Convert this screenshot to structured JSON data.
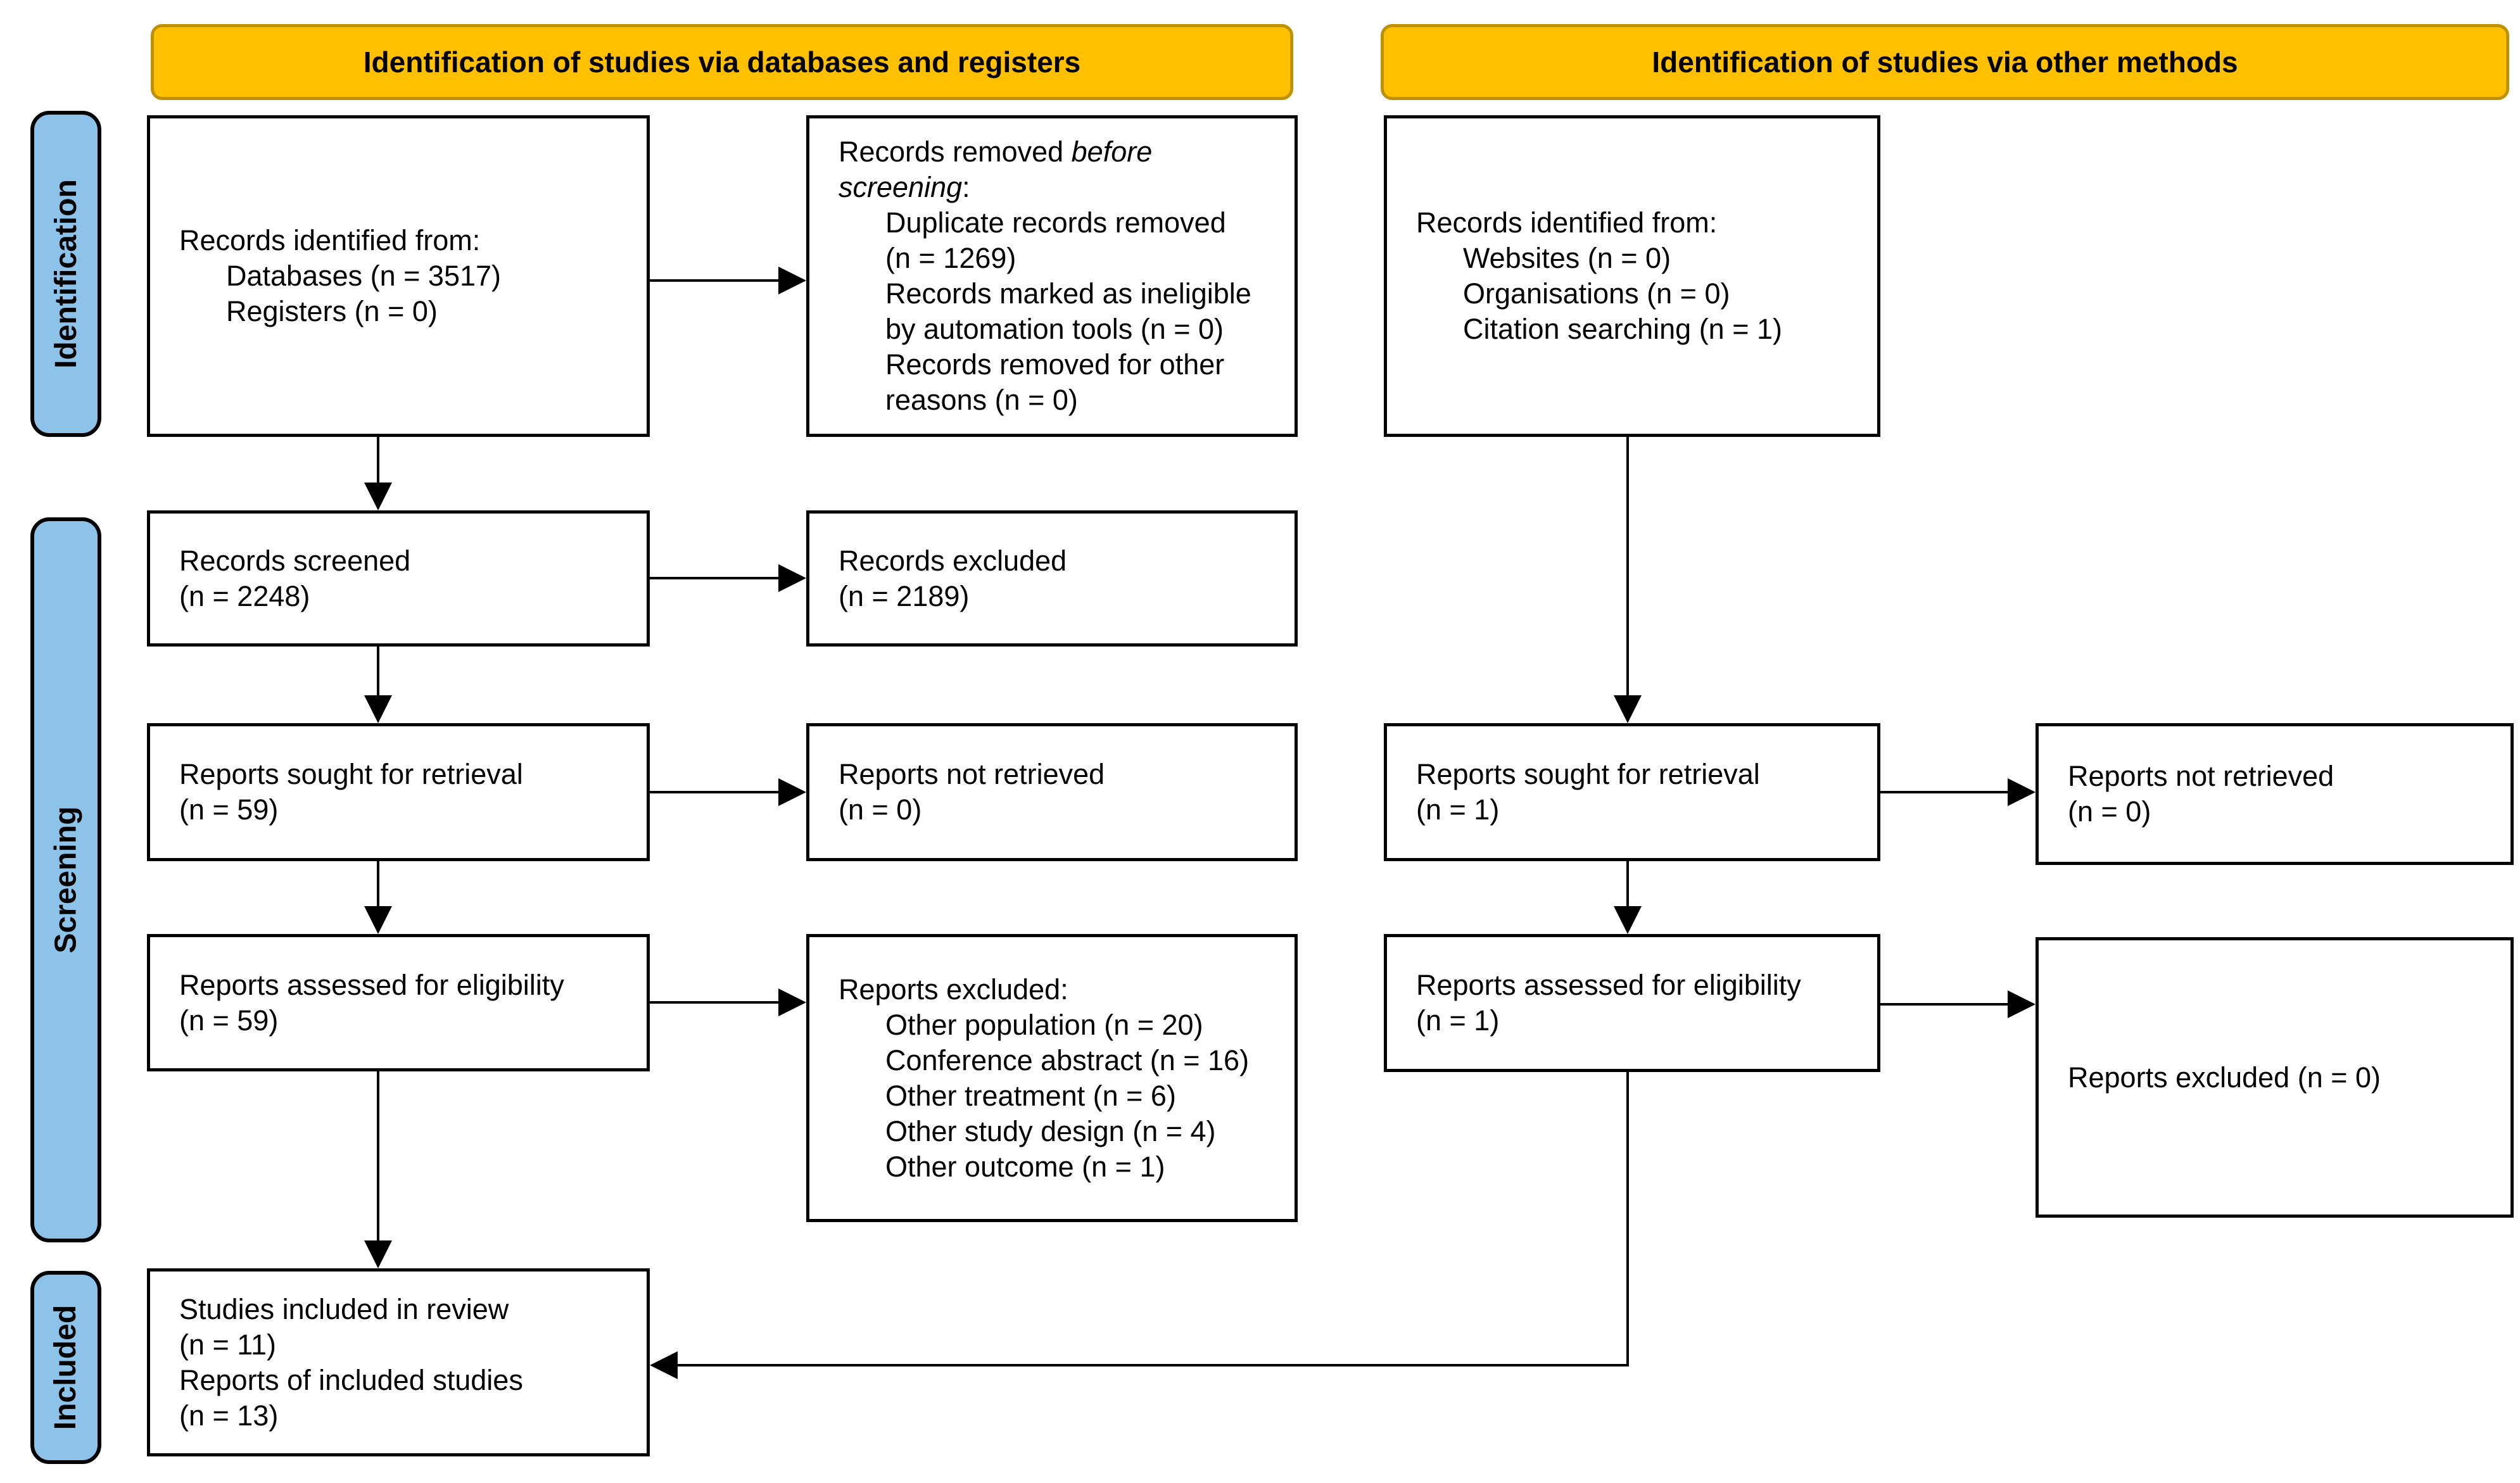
{
  "title": "PRISMA 2020 flow diagram",
  "colors": {
    "header_fill": "#FFC000",
    "header_border": "#BF9000",
    "sidebar_fill": "#8DC3E9",
    "box_border": "#000000",
    "box_fill": "#FFFFFF",
    "text": "#000000"
  },
  "headers": {
    "databases": "Identification of studies via databases and registers",
    "other": "Identification of studies via other methods"
  },
  "sidebar": {
    "identification": "Identification",
    "screening": "Screening",
    "included": "Included"
  },
  "boxes": {
    "records_identified_databases": {
      "lines": [
        {
          "t": "Records identified from:"
        },
        {
          "t": "Databases (n = 3517)",
          "ind": true
        },
        {
          "t": "Registers (n = 0)",
          "ind": true
        }
      ]
    },
    "records_removed": {
      "lines": [
        {
          "segs": [
            {
              "t": "Records removed "
            },
            {
              "t": "before",
              "i": true
            }
          ]
        },
        {
          "segs": [
            {
              "t": "screening",
              "i": true
            },
            {
              "t": ":"
            }
          ]
        },
        {
          "t": "Duplicate records removed",
          "ind": true
        },
        {
          "t": "(n = 1269)",
          "ind": true
        },
        {
          "t": "Records marked as ineligible",
          "ind": true
        },
        {
          "t": "by automation tools (n = 0)",
          "ind": true
        },
        {
          "t": "Records removed for other",
          "ind": true
        },
        {
          "t": "reasons (n = 0)",
          "ind": true
        }
      ]
    },
    "records_identified_other": {
      "lines": [
        {
          "t": "Records identified from:"
        },
        {
          "t": "Websites (n = 0)",
          "ind": true
        },
        {
          "t": "Organisations (n = 0)",
          "ind": true
        },
        {
          "t": "Citation searching (n = 1)",
          "ind": true
        }
      ]
    },
    "records_screened": {
      "lines": [
        {
          "t": "Records screened"
        },
        {
          "t": "(n = 2248)"
        }
      ]
    },
    "records_excluded": {
      "lines": [
        {
          "t": "Records excluded"
        },
        {
          "t": "(n = 2189)"
        }
      ]
    },
    "reports_sought_databases": {
      "lines": [
        {
          "t": "Reports sought for retrieval"
        },
        {
          "t": "(n = 59)"
        }
      ]
    },
    "reports_not_retrieved_databases": {
      "lines": [
        {
          "t": "Reports not retrieved"
        },
        {
          "t": "(n = 0)"
        }
      ]
    },
    "reports_sought_other": {
      "lines": [
        {
          "t": "Reports sought for retrieval"
        },
        {
          "t": "(n = 1)"
        }
      ]
    },
    "reports_not_retrieved_other": {
      "lines": [
        {
          "t": "Reports not retrieved"
        },
        {
          "t": "(n = 0)"
        }
      ]
    },
    "reports_assessed_databases": {
      "lines": [
        {
          "t": "Reports assessed for eligibility"
        },
        {
          "t": "(n = 59)"
        }
      ]
    },
    "reports_excluded_reasons": {
      "lines": [
        {
          "t": "Reports excluded:"
        },
        {
          "t": "Other population (n = 20)",
          "ind": true
        },
        {
          "t": "Conference abstract (n = 16)",
          "ind": true
        },
        {
          "t": "Other treatment (n = 6)",
          "ind": true
        },
        {
          "t": "Other study design (n = 4)",
          "ind": true
        },
        {
          "t": "Other outcome (n = 1)",
          "ind": true
        }
      ]
    },
    "reports_assessed_other": {
      "lines": [
        {
          "t": "Reports assessed for eligibility"
        },
        {
          "t": "(n = 1)"
        }
      ]
    },
    "reports_excluded_other": {
      "lines": [
        {
          "t": "Reports excluded (n = 0)"
        }
      ]
    },
    "studies_included": {
      "lines": [
        {
          "t": "Studies included in review"
        },
        {
          "t": "(n = 11)"
        },
        {
          "t": "Reports of included studies"
        },
        {
          "t": "(n = 13)"
        }
      ]
    }
  }
}
